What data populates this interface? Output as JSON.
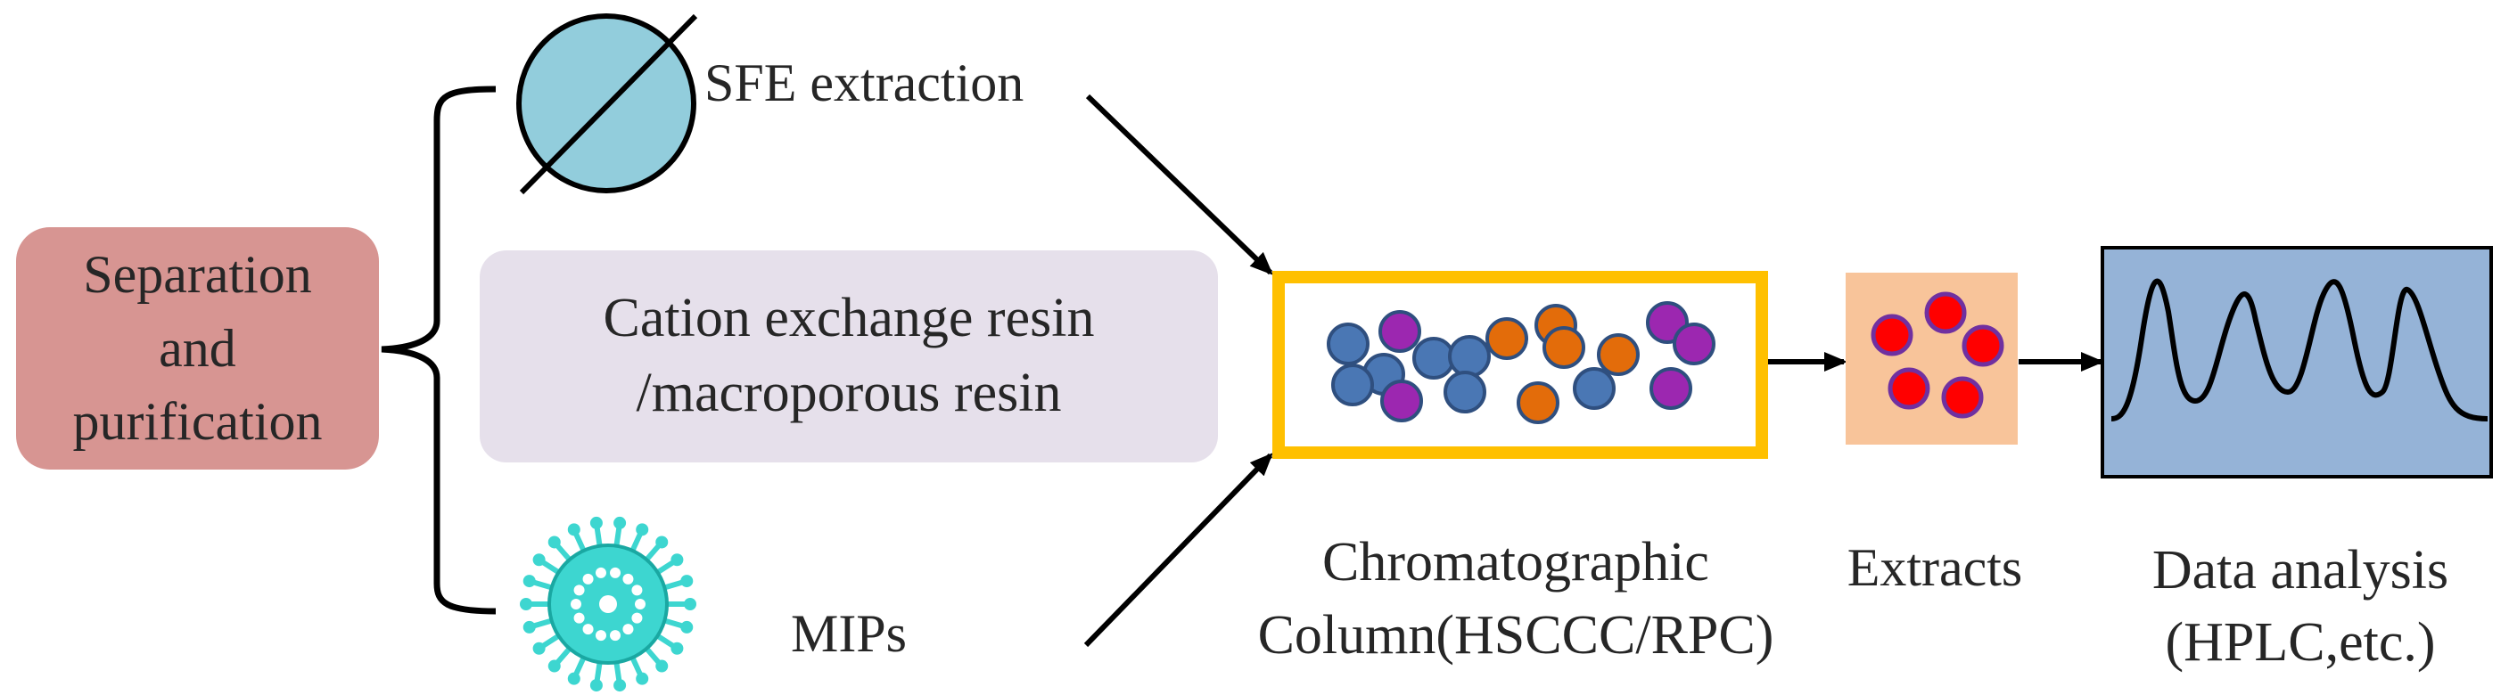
{
  "nodes": {
    "separation": "Separation\nand\npurification",
    "sfe": "SFE extraction",
    "resin": "Cation exchange resin\n/macroporous resin",
    "mips": "MIPs",
    "column": "Chromatographic\nColumn(HSCCC/RPC)",
    "extracts": "Extracts",
    "analysis": "Data analysis\n(HPLC,etc.)"
  },
  "icons": {
    "sfe": "sfe-vessel-icon",
    "mips": "mip-nanoparticle-icon",
    "column": "chromatographic-column-icon",
    "extracts": "extract-dots-icon",
    "analysis": "chromatogram-peaks-icon"
  },
  "colors": {
    "separation_box": "#d79592",
    "resin_box": "#e6e0eb",
    "sfe_circle": "#92cddc",
    "column_border": "#ffc000",
    "blue_particle": "#4a77b4",
    "purple_particle": "#9c27b0",
    "orange_particle": "#e36c0a",
    "extract_box": "#f8c49a",
    "extract_dot": "#ff0000",
    "analysis_box": "#95b3d7",
    "mip_particle": "#3dd6d0"
  }
}
